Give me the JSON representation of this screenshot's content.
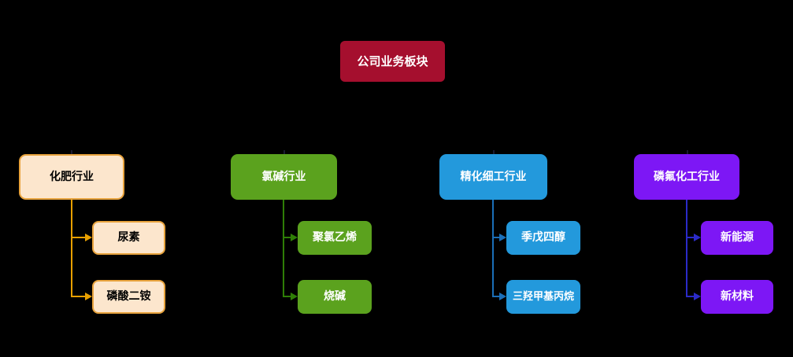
{
  "canvas": {
    "background": "#000000"
  },
  "title": {
    "label": "公司业务板块",
    "fill": "#A50F2E",
    "text_color": "#FFFFFF"
  },
  "branches": [
    {
      "label": "化肥行业",
      "fill": "#FCE6CD",
      "border": "#E8A33D",
      "text_color": "#000000",
      "connector": "#E8A000",
      "children": [
        {
          "label": "尿素"
        },
        {
          "label": "磷酸二铵"
        }
      ]
    },
    {
      "label": "氯碱行业",
      "fill": "#5BA21E",
      "text_color": "#FFFFFF",
      "connector": "#2F7E06",
      "children": [
        {
          "label": "聚氯乙烯"
        },
        {
          "label": "烧碱"
        }
      ]
    },
    {
      "label": "精化细工行业",
      "fill": "#2399DC",
      "text_color": "#FFFFFF",
      "connector": "#1B6FB8",
      "children": [
        {
          "label": "季戊四醇"
        },
        {
          "label": "三羟甲基丙烷"
        }
      ]
    },
    {
      "label": "磷氟化工行业",
      "fill": "#7D17F5",
      "text_color": "#FFFFFF",
      "connector": "#2B2BC8",
      "children": [
        {
          "label": "新能源"
        },
        {
          "label": "新材料"
        }
      ]
    }
  ]
}
